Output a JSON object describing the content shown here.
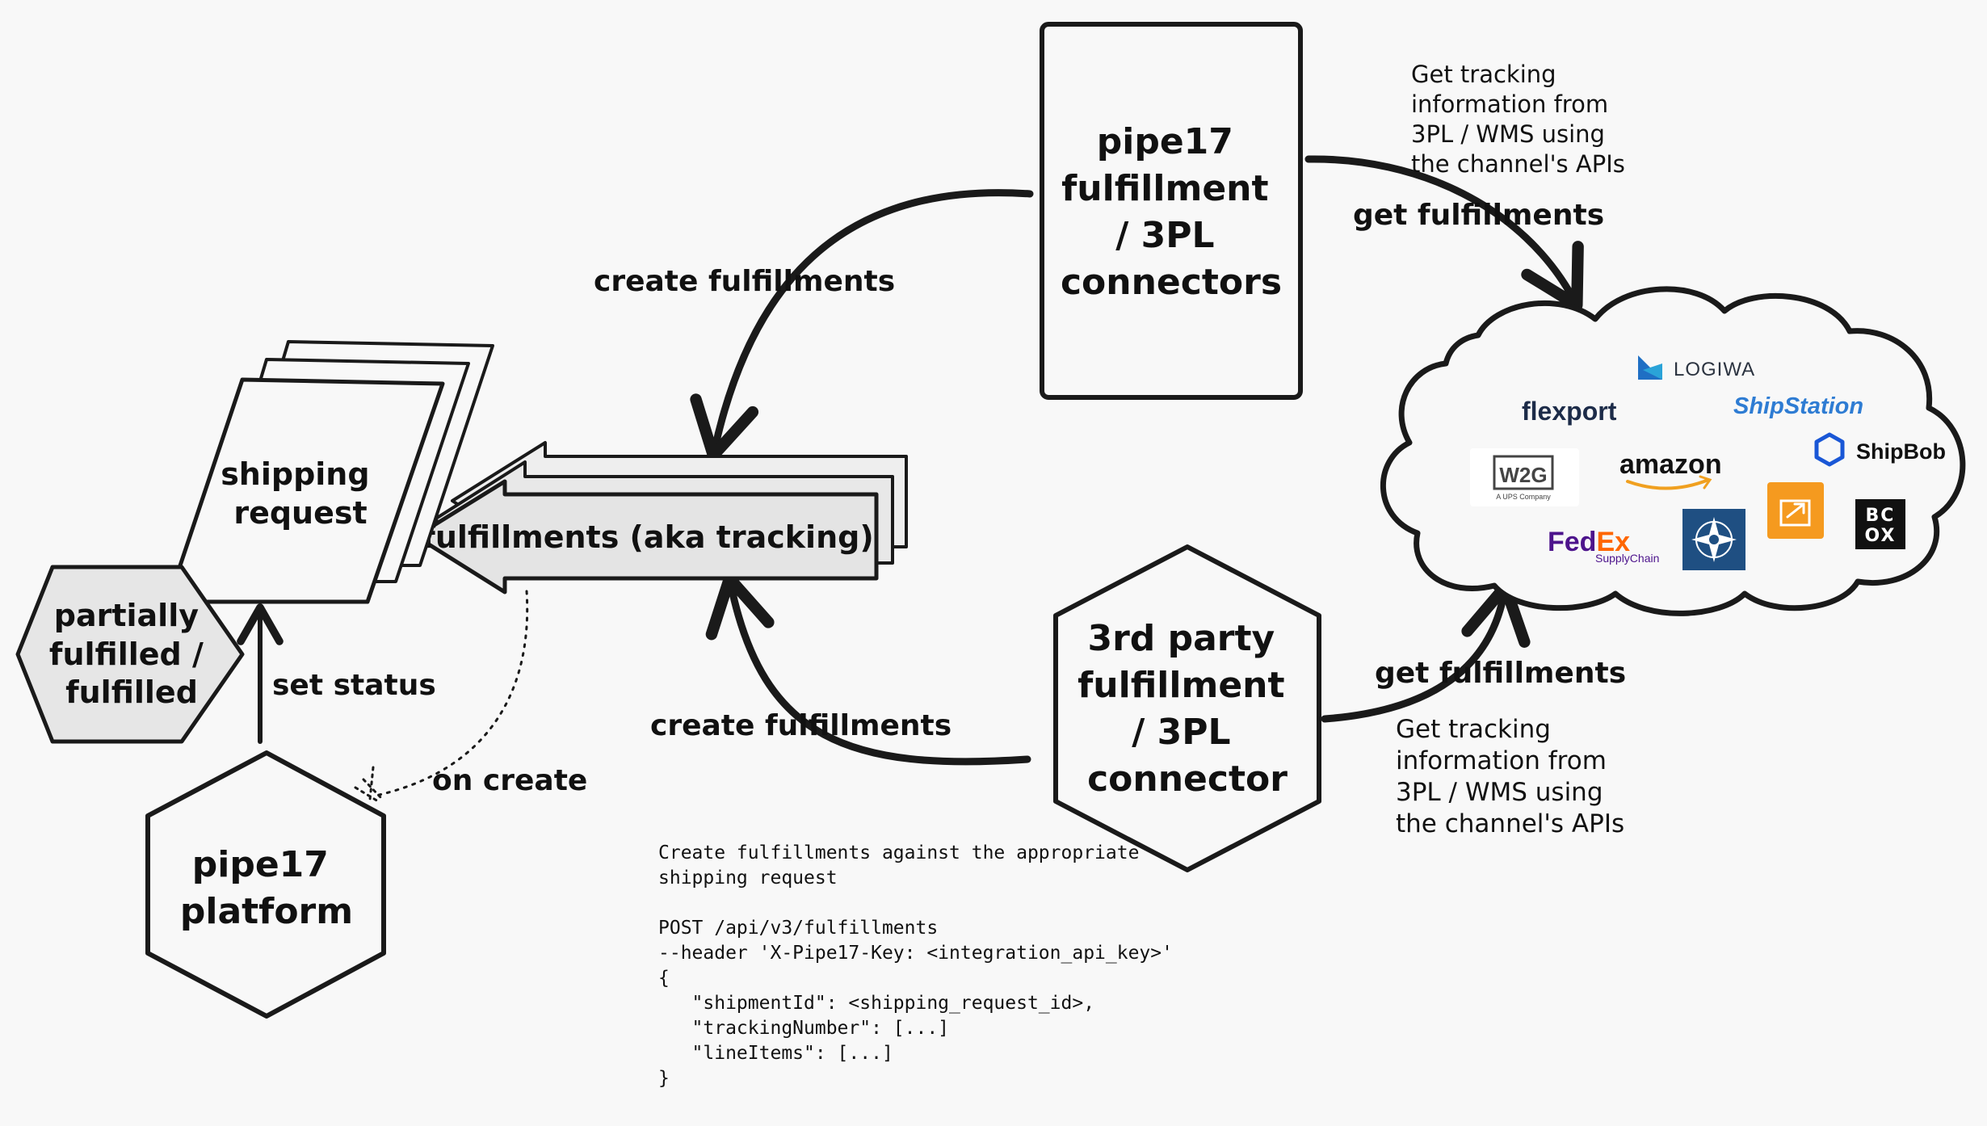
{
  "nodes": {
    "pipe17_connectors": {
      "lines": [
        "pipe17",
        "fulfillment",
        "/ 3PL",
        "connectors"
      ]
    },
    "third_party_connector": {
      "lines": [
        "3rd party",
        "fulfillment",
        "/ 3PL",
        "connector"
      ]
    },
    "shipping_request": {
      "lines": [
        "shipping",
        "request"
      ]
    },
    "status": {
      "lines": [
        "partially",
        "fulfilled /",
        "fulfilled"
      ]
    },
    "platform": {
      "lines": [
        "pipe17",
        "platform"
      ]
    },
    "fulfillments": {
      "label": "fulfillments (aka tracking)"
    }
  },
  "edges": {
    "create_top": "create fulfillments",
    "create_bottom": "create fulfillments",
    "get_top": "get fulfillments",
    "get_bottom": "get fulfillments",
    "set_status": "set status",
    "on_create": "on create"
  },
  "notes": {
    "tracking_top": [
      "Get tracking",
      "information from",
      "3PL / WMS using",
      "the channel's APIs"
    ],
    "tracking_bottom": [
      "Get tracking",
      "information from",
      "3PL / WMS using",
      "the channel's APIs"
    ],
    "code": [
      "Create fulfillments against the appropriate",
      "shipping request",
      "",
      "POST /api/v3/fulfillments",
      "--header 'X-Pipe17-Key: <integration_api_key>'",
      "{",
      "   \"shipmentId\": <shipping_request_id>,",
      "   \"trackingNumber\": [...]",
      "   \"lineItems\": [...]",
      "}"
    ]
  },
  "cloud_logos": {
    "logiwa": "LOGIWA",
    "flexport": "flexport",
    "shipstation": "ShipStation",
    "w2g": "W2G",
    "w2g_sub": "A UPS Company",
    "amazon": "amazon",
    "shipbob": "ShipBob",
    "fedex_fed": "Fed",
    "fedex_ex": "Ex",
    "fedex_sub": "SupplyChain",
    "box_top": "BC",
    "box_bottom": "OX"
  },
  "colors": {
    "stroke": "#1a1a1a",
    "fill_gray": "#e6e6e6",
    "background": "#f8f8f8",
    "flexport": "#1d2c49",
    "shipstation": "#2e7cd3",
    "amazon_smile": "#f0a020",
    "shipbob": "#1a57d6",
    "fedex_purple": "#4d148c",
    "fedex_orange": "#ff6600",
    "compass_bg": "#1f4f82",
    "orange_box": "#f59a1f"
  }
}
